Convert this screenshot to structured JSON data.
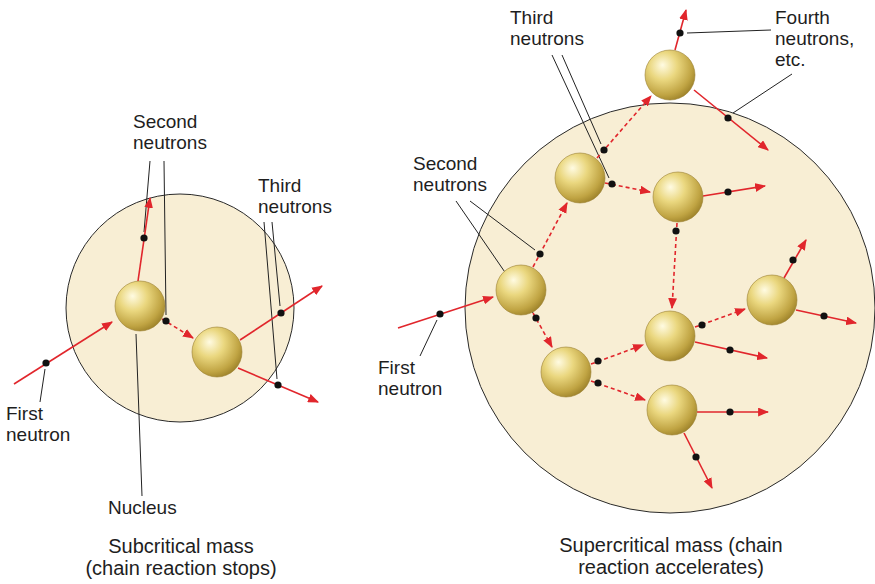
{
  "diagram": {
    "labels": [
      "Second neutrons",
      "Third neutrons",
      "First neutron",
      "Nucleus",
      "Subcritical mass (chain reaction stops)",
      "Third neutrons",
      "Fourth neutrons, etc.",
      "Second neutrons",
      "First neutron",
      "Supercritical mass (chain reaction accelerates)"
    ]
  }
}
